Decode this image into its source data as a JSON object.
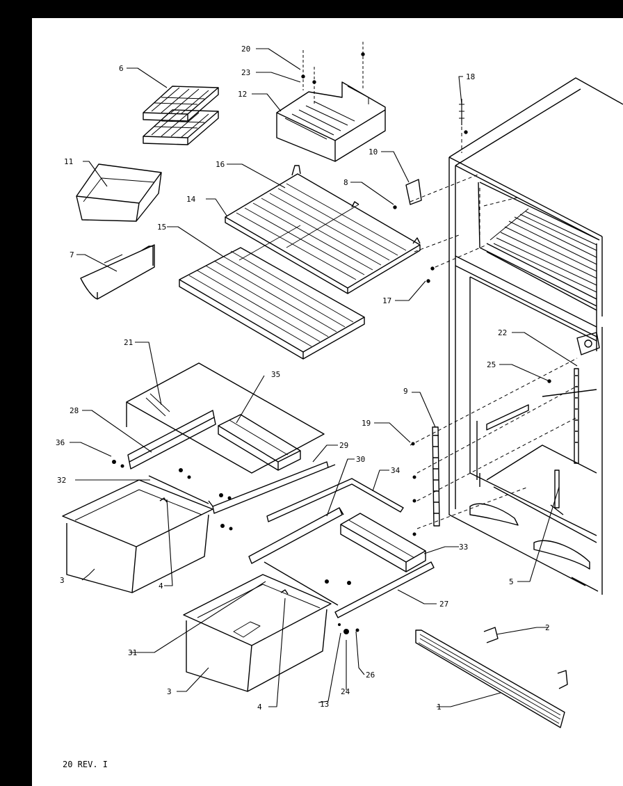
{
  "diagram": {
    "callouts": [
      "1",
      "2",
      "3",
      "3",
      "4",
      "4",
      "5",
      "6",
      "7",
      "8",
      "9",
      "10",
      "11",
      "12",
      "13",
      "14",
      "15",
      "16",
      "17",
      "18",
      "19",
      "20",
      "21",
      "22",
      "23",
      "24",
      "25",
      "26",
      "27",
      "28",
      "29",
      "30",
      "31",
      "32",
      "33",
      "34",
      "35",
      "36"
    ]
  },
  "footer": {
    "revision_text": "20 REV. I"
  }
}
